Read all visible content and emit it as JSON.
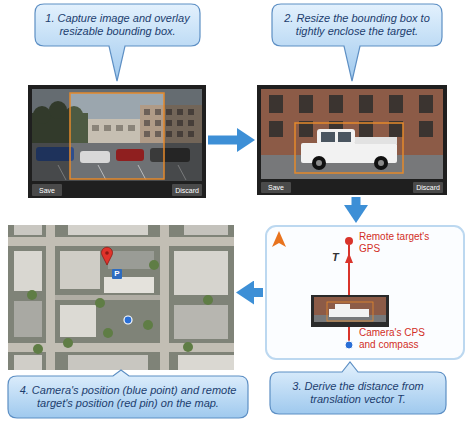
{
  "diagram": {
    "nodes": [
      {
        "text": [
          "1. Capture image and overlay resizable bounding box."
        ]
      },
      {
        "text": [
          "2. Resize the bounding box to tightly enclose the target."
        ]
      },
      {
        "text": [
          "Save",
          "Discard"
        ]
      },
      {
        "text": [
          "Save",
          "Discard"
        ]
      },
      {
        "text": [
          "P"
        ]
      },
      {
        "text": [
          "Remote target's GPS",
          "T",
          "Camera's CPS and compass"
        ]
      },
      {
        "text": [
          "4. Camera's position (blue point) and remote target's position (red pin) on the map."
        ]
      },
      {
        "text": [
          "3. Derive the distance from translation vector T."
        ]
      }
    ],
    "edges": [
      {
        "from": 2,
        "to": 3,
        "arrow": "to"
      },
      {
        "from": 3,
        "to": 5,
        "arrow": "to"
      },
      {
        "from": 5,
        "to": 4,
        "arrow": "to"
      }
    ]
  }
}
